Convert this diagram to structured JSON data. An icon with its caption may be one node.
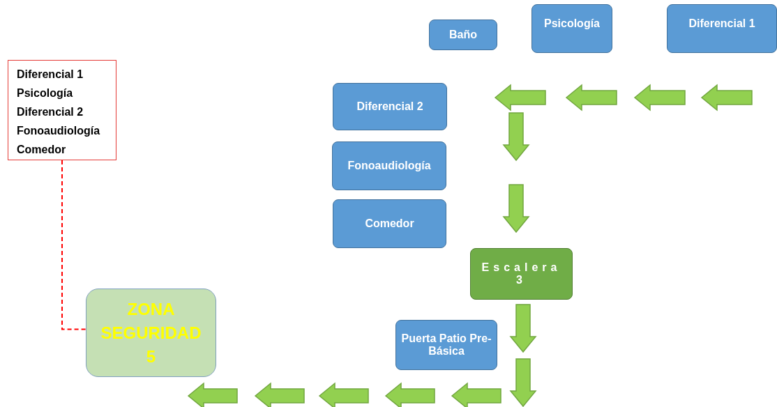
{
  "diagram": {
    "nodes": [
      {
        "text": [
          "Baño"
        ]
      },
      {
        "text": [
          "Psicología"
        ]
      },
      {
        "text": [
          "Diferencial 1"
        ]
      },
      {
        "text": [
          "Diferencial 1",
          "Psicología",
          "Diferencial 2",
          "Fonoaudiología",
          "Comedor"
        ]
      },
      {
        "text": [
          "Diferencial 2"
        ]
      },
      {
        "text": [
          "Fonoaudiología"
        ]
      },
      {
        "text": [
          "Comedor"
        ]
      },
      {
        "text": [
          "Escalera 3"
        ]
      },
      {
        "text": [
          "ZONA SEGURIDAD 5"
        ]
      },
      {
        "text": [
          "Puerta Patio Pre-Básica"
        ]
      }
    ],
    "edges": [
      {
        "from": 3,
        "to": 8,
        "arrow": "none",
        "style": "dashed",
        "color": "#ff0000"
      }
    ]
  }
}
